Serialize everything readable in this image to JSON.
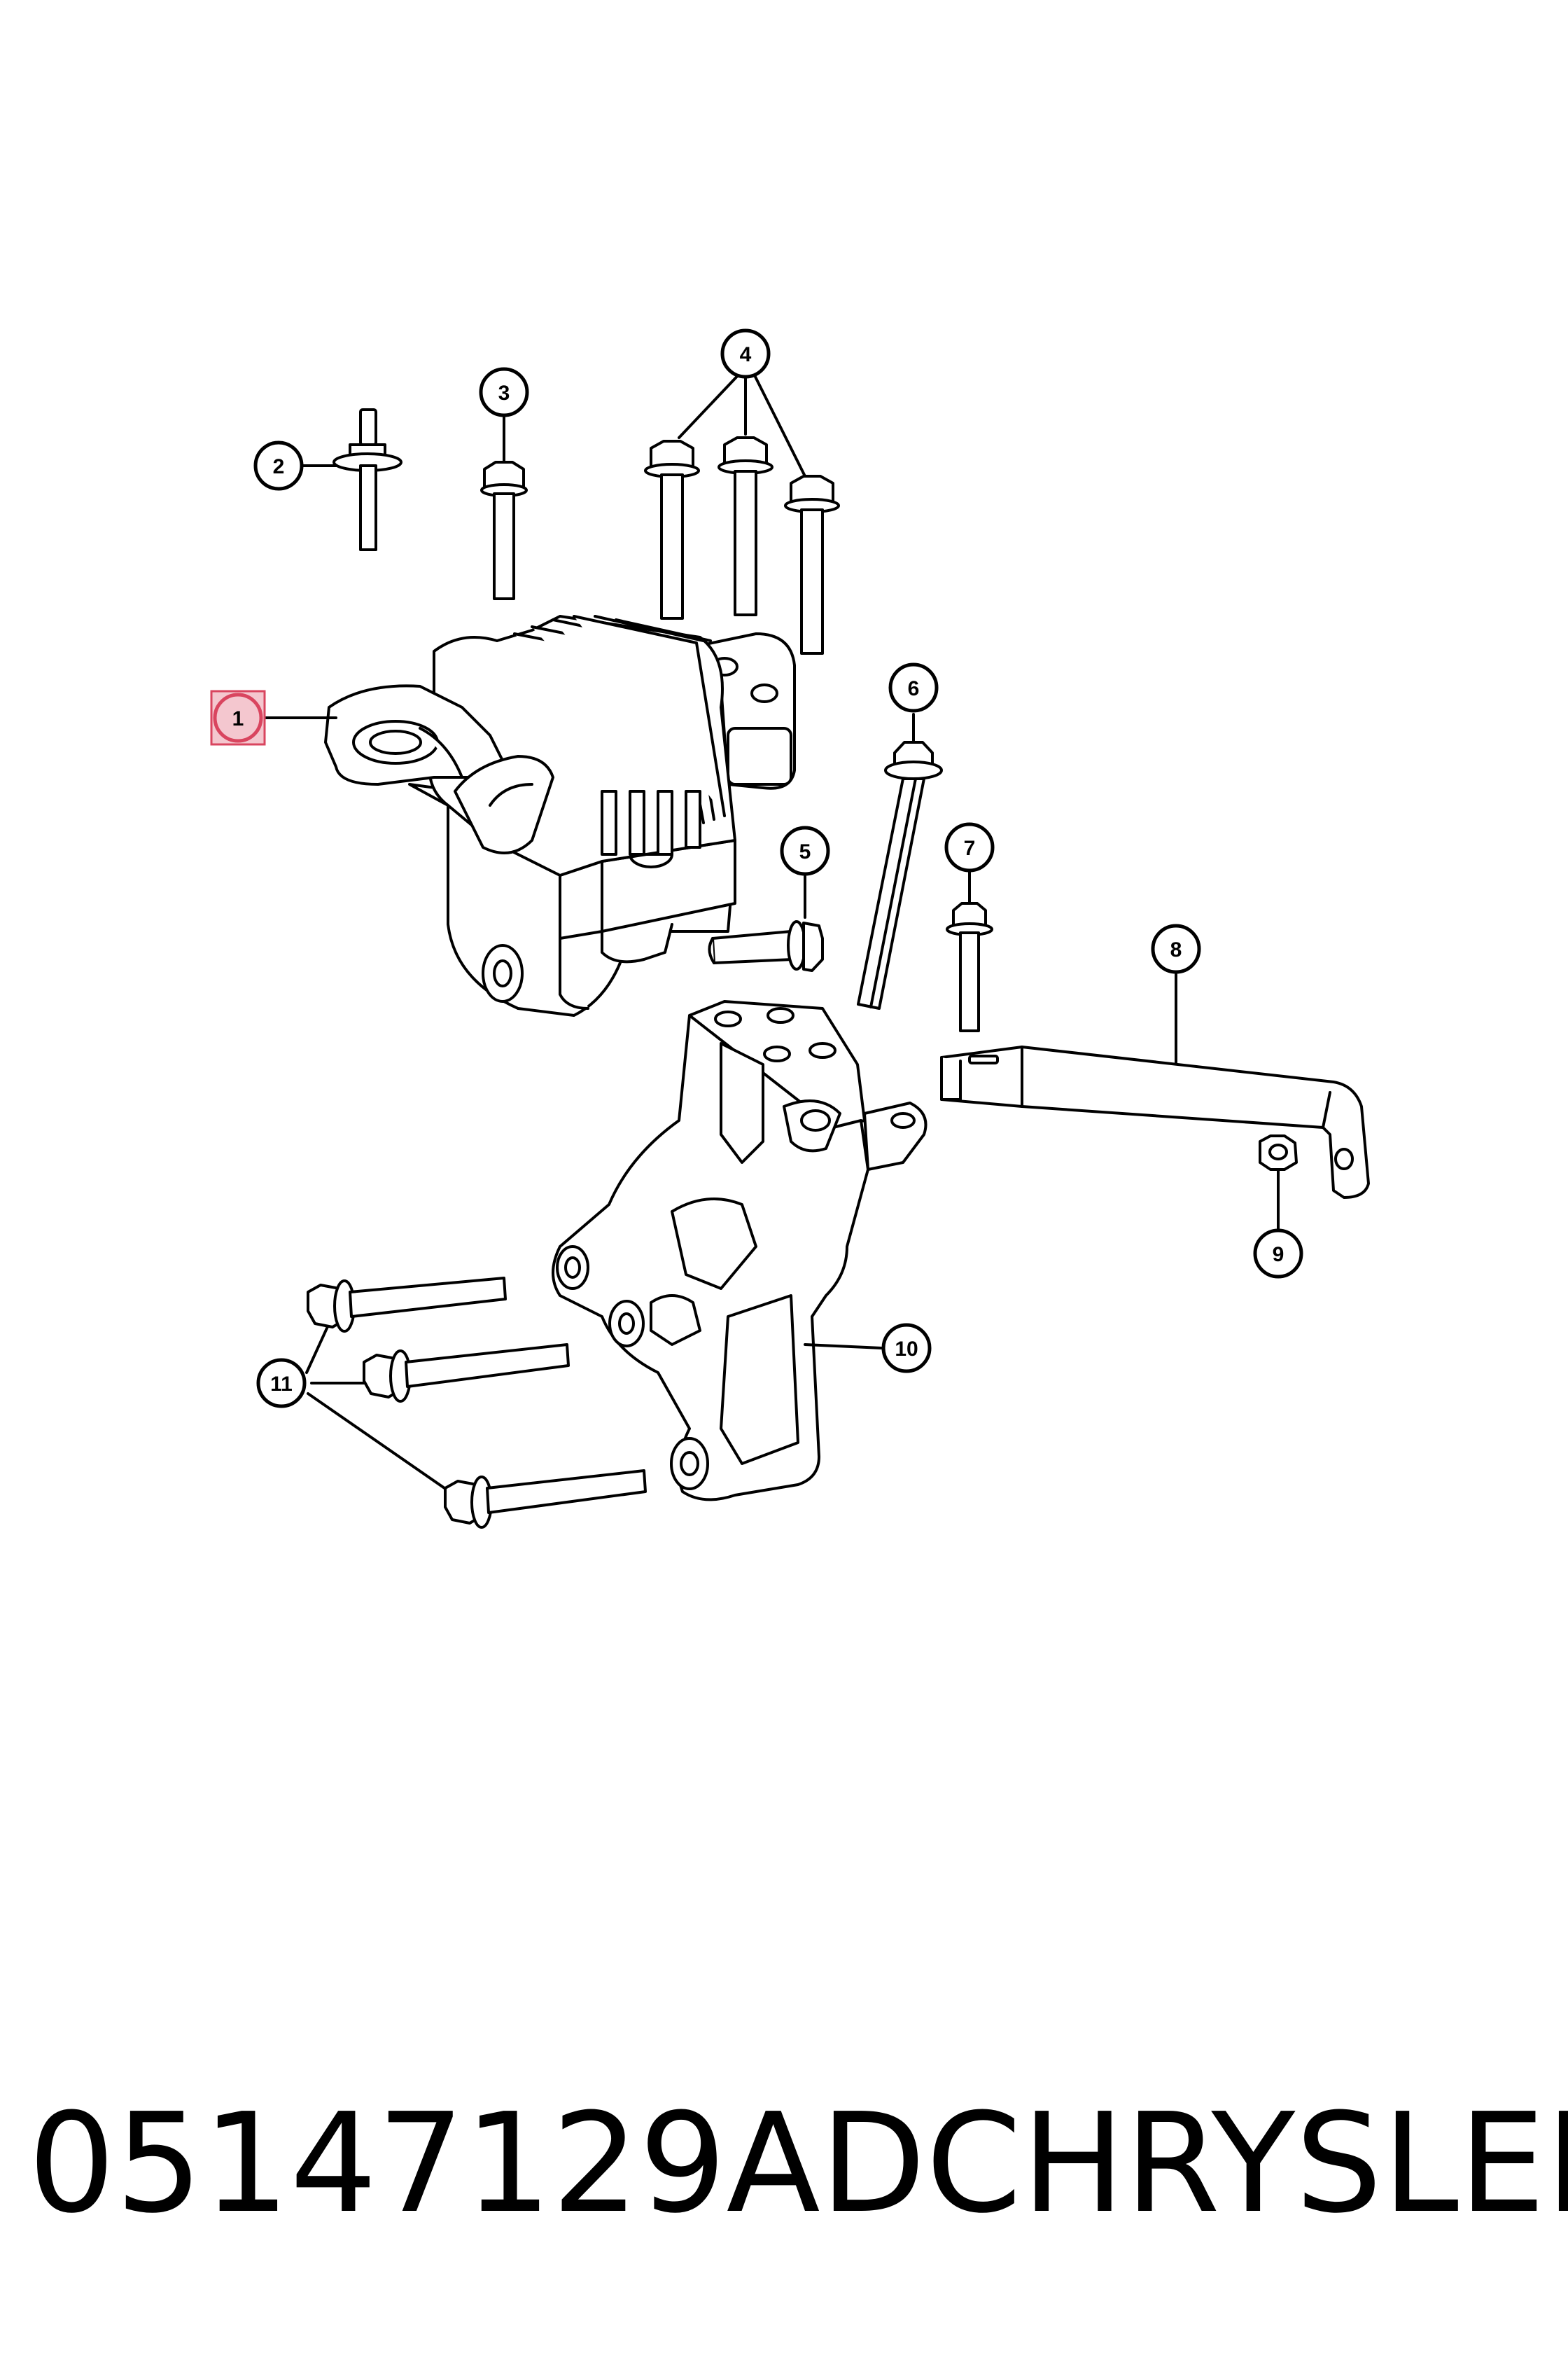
{
  "callouts": [
    {
      "label": "1",
      "highlighted": true
    },
    {
      "label": "2"
    },
    {
      "label": "3"
    },
    {
      "label": "4"
    },
    {
      "label": "5"
    },
    {
      "label": "6"
    },
    {
      "label": "7"
    },
    {
      "label": "8"
    },
    {
      "label": "9"
    },
    {
      "label": "10"
    },
    {
      "label": "11"
    }
  ],
  "footer": {
    "part_number": "05147129AD",
    "brand": "CHRYSLER"
  },
  "colors": {
    "line": "#000000",
    "highlight_fill": "#f4c7cf",
    "highlight_stroke": "#d9455f",
    "background": "#ffffff"
  }
}
